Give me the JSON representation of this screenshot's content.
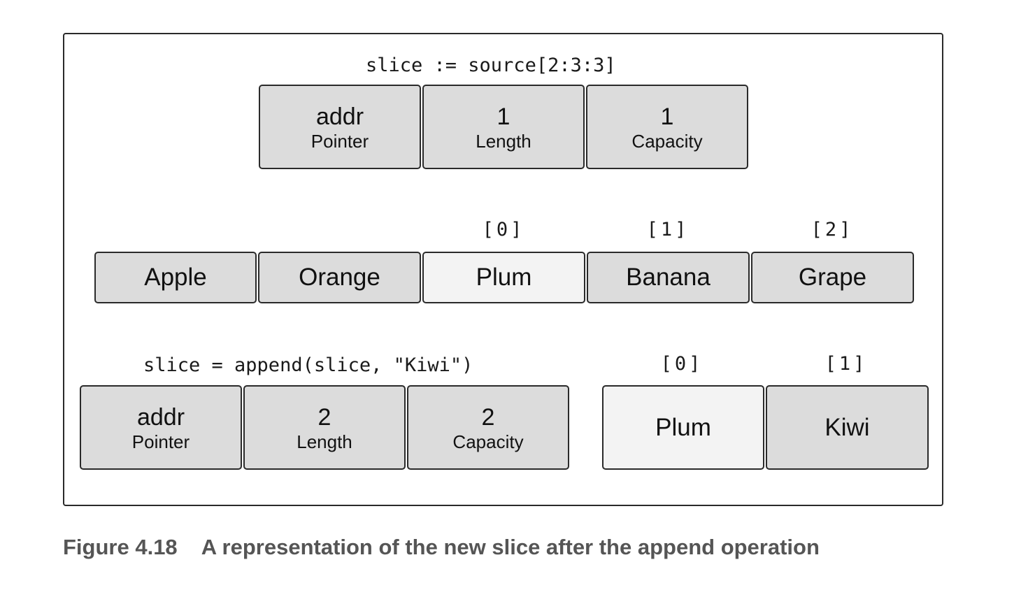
{
  "top_slice": {
    "code": "slice := source[2:3:3]",
    "header": [
      {
        "value": "addr",
        "label": "Pointer"
      },
      {
        "value": "1",
        "label": "Length"
      },
      {
        "value": "1",
        "label": "Capacity"
      }
    ]
  },
  "source_array": {
    "indices": [
      "[0]",
      "[1]",
      "[2]"
    ],
    "elements": [
      "Apple",
      "Orange",
      "Plum",
      "Banana",
      "Grape"
    ]
  },
  "appended_slice": {
    "code": "slice = append(slice, \"Kiwi\")",
    "header": [
      {
        "value": "addr",
        "label": "Pointer"
      },
      {
        "value": "2",
        "label": "Length"
      },
      {
        "value": "2",
        "label": "Capacity"
      }
    ],
    "indices": [
      "[0]",
      "[1]"
    ],
    "elements": [
      "Plum",
      "Kiwi"
    ]
  },
  "caption": {
    "label": "Figure 4.18",
    "text": "A representation of the new slice after the append operation"
  },
  "colors": {
    "cell": "#dcdcdc",
    "cell_highlight": "#f3f3f3",
    "border": "#2a2a2a",
    "caption": "#555555"
  }
}
